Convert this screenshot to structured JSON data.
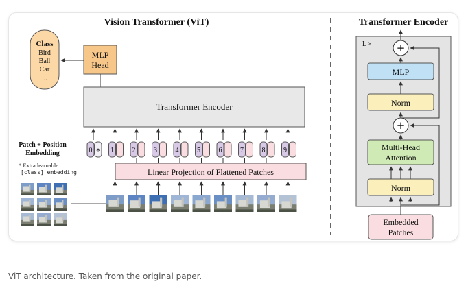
{
  "vit": {
    "title": "Vision Transformer (ViT)",
    "class_head": {
      "title": "Class",
      "items": [
        "Bird",
        "Ball",
        "Car",
        "..."
      ]
    },
    "mlp_head": [
      "MLP",
      "Head"
    ],
    "encoder_label": "Transformer Encoder",
    "patch_embedding_label": [
      "Patch + Position",
      "Embedding"
    ],
    "extra_learnable": [
      "* Extra learnable",
      "[class] embedding"
    ],
    "position_tokens": [
      "0",
      "1",
      "2",
      "3",
      "4",
      "5",
      "6",
      "7",
      "8",
      "9"
    ],
    "class_token_mark": "*",
    "linear_projection": "Linear Projection of Flattened Patches"
  },
  "encoder_block": {
    "title": "Transformer Encoder",
    "repeat_label": "L ×",
    "plus_symbol": "+",
    "mlp": "MLP",
    "norm_top": "Norm",
    "attention": [
      "Multi-Head",
      "Attention"
    ],
    "norm_bottom": "Norm",
    "embedded_patches": [
      "Embedded",
      "Patches"
    ]
  },
  "colors": {
    "mlp_orange": "#f7c78a",
    "class_orange": "#fbd8a6",
    "token_purple": "#d8c9e6",
    "projection_pink": "#f9dde0",
    "encoder_gray": "#e8e8e8",
    "block_gray": "#e4e4e4",
    "mlp_blue": "#bfe0f5",
    "norm_yellow": "#fbefbb",
    "attention_green": "#cfeab4"
  },
  "caption": {
    "text": "ViT architecture. Taken from the ",
    "link": "original paper."
  }
}
